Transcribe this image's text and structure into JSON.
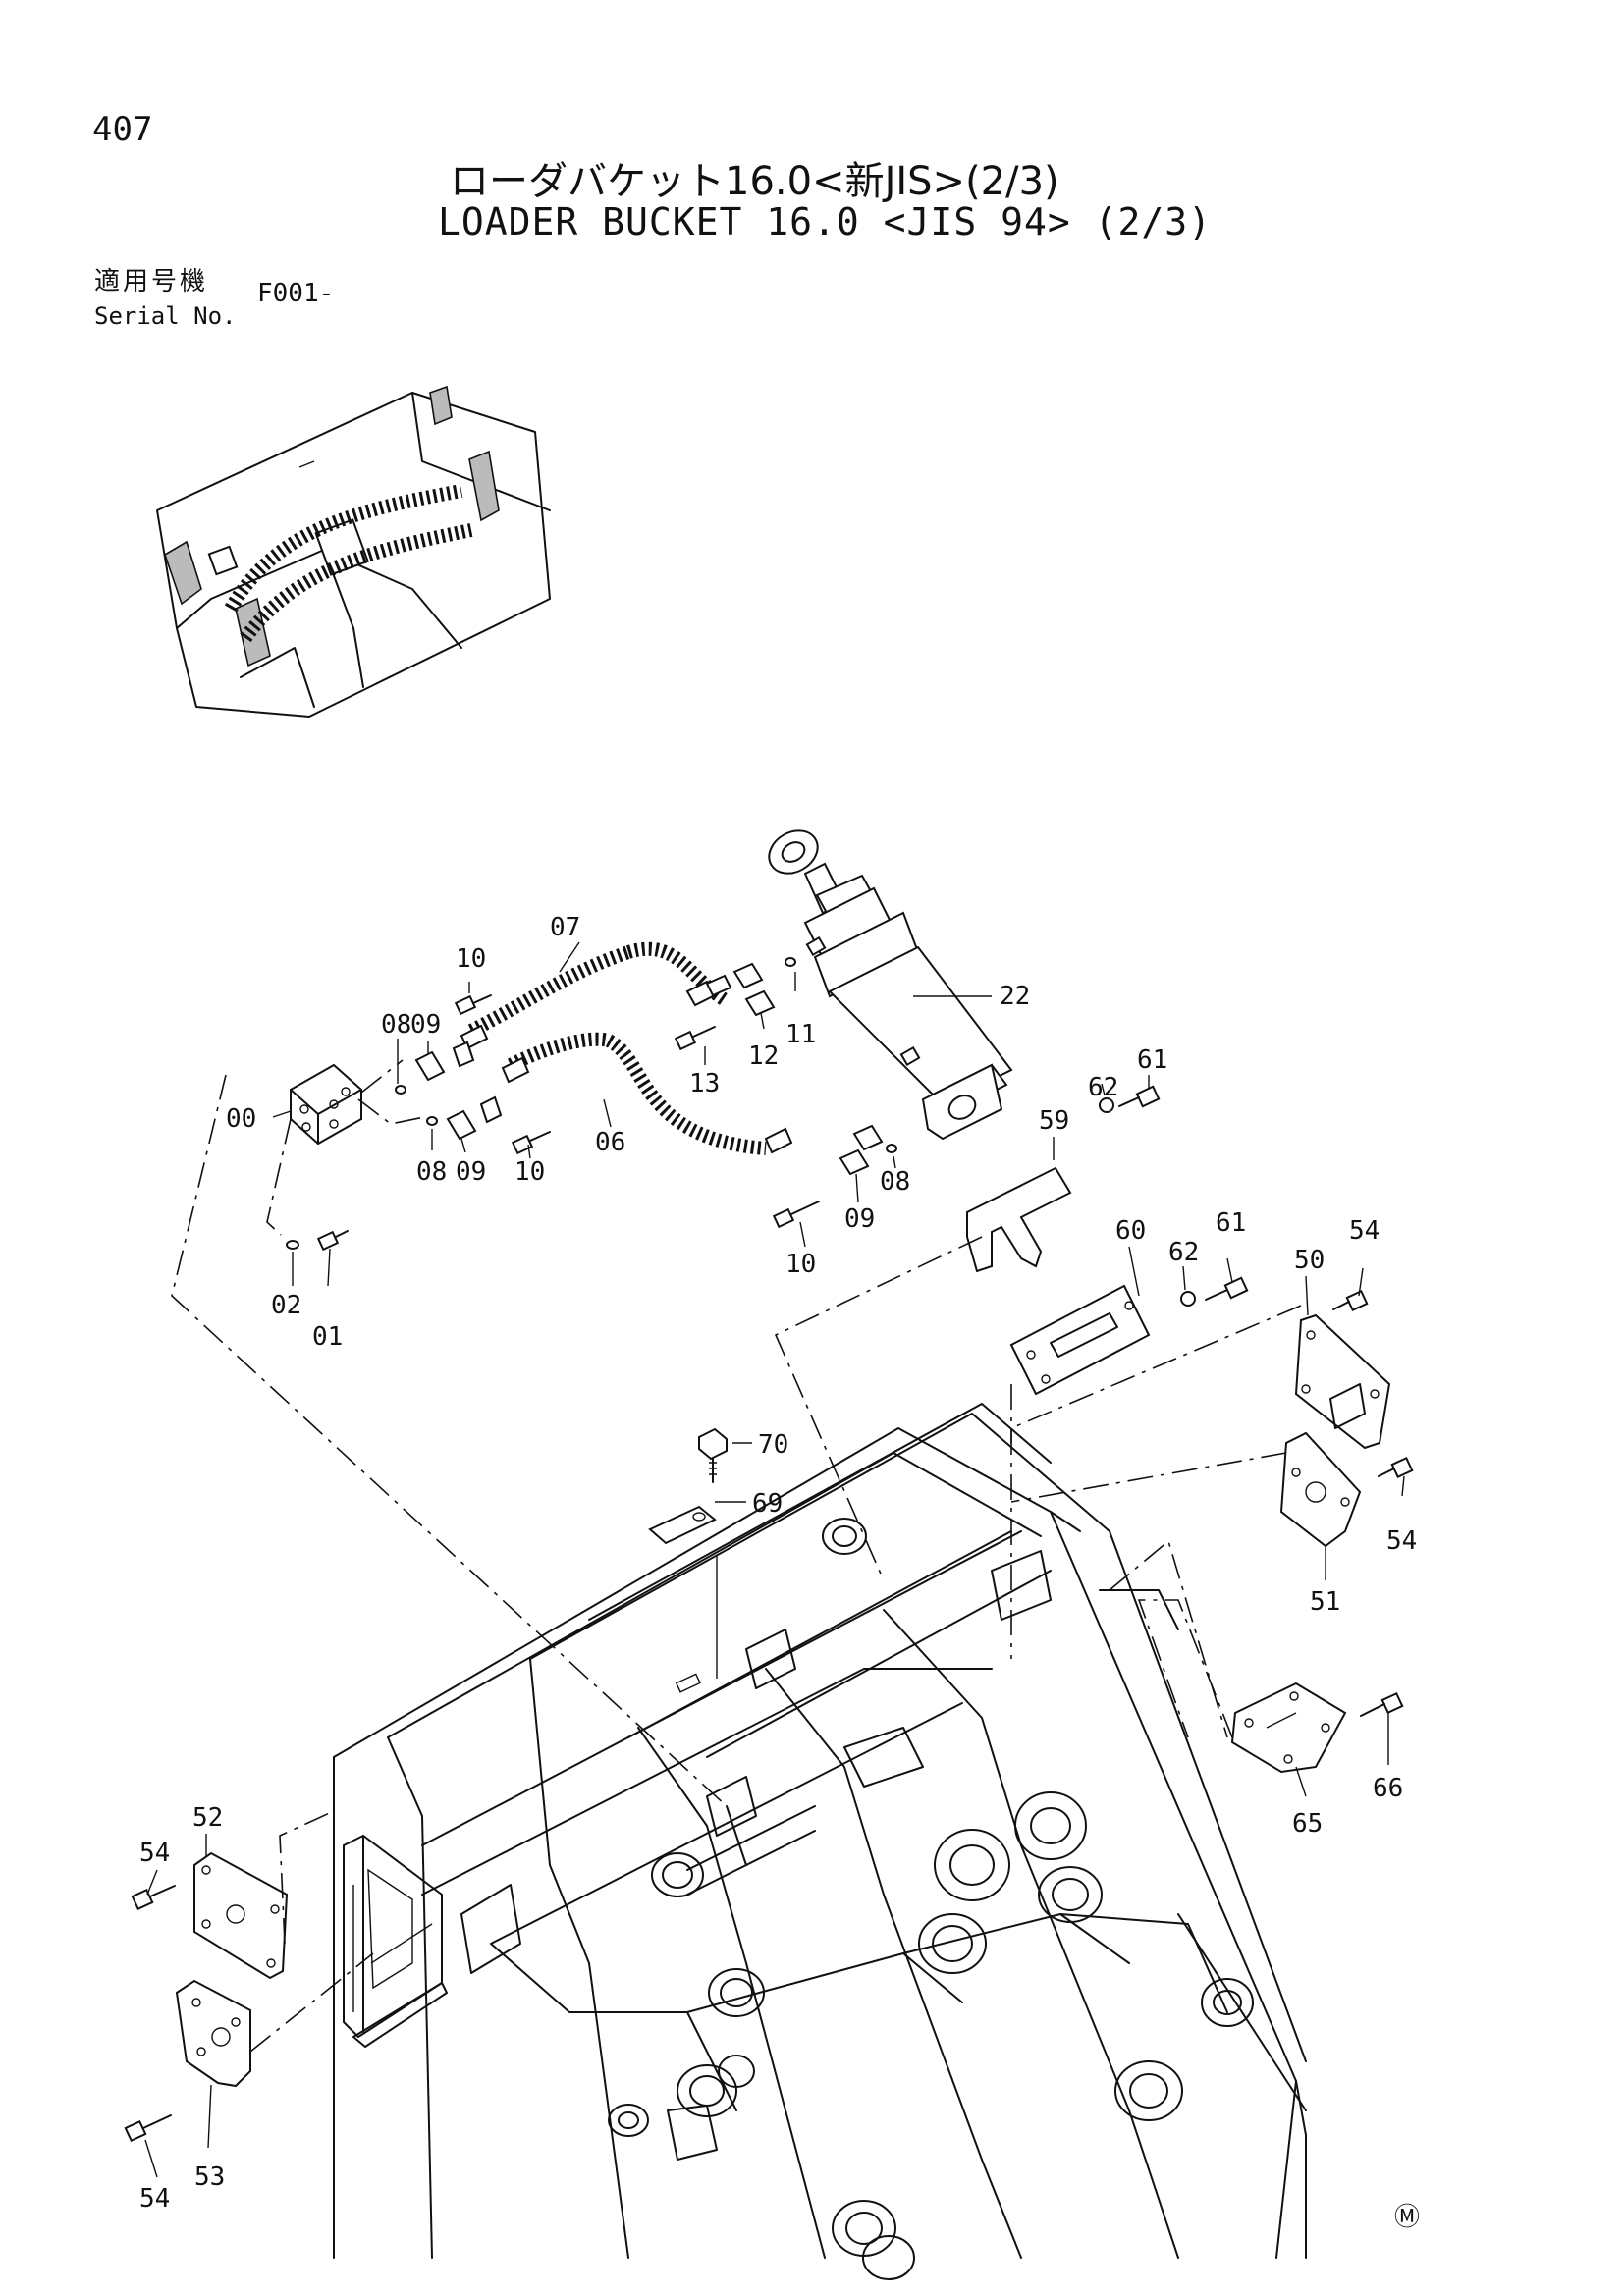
{
  "page_number": "407",
  "title_jp": "ローダバケット16.0<新JIS>(2/3)",
  "title_en": "LOADER BUCKET 16.0 <JIS 94> (2/3)",
  "serial": {
    "label_jp": "適用号機",
    "label_en": "Serial No.",
    "value": "F001-"
  },
  "mark": "Ⓜ",
  "callouts": {
    "c07": "07",
    "c10a": "10",
    "c09a": "09",
    "c08a": "08",
    "c11": "11",
    "c12": "12",
    "c22": "22",
    "c13": "13",
    "c00": "00",
    "c08b": "08",
    "c09b": "09",
    "c10b": "10",
    "c06": "06",
    "c09c": "09",
    "c08c": "08",
    "c10c": "10",
    "c02": "02",
    "c01": "01",
    "c59": "59",
    "c62a": "62",
    "c61a": "61",
    "c60": "60",
    "c62b": "62",
    "c61b": "61",
    "c50": "50",
    "c54a": "54",
    "c70": "70",
    "c69": "69",
    "c54b": "54",
    "c51": "51",
    "c65": "65",
    "c66": "66",
    "c52": "52",
    "c54c": "54",
    "c54d": "54",
    "c53": "53"
  }
}
